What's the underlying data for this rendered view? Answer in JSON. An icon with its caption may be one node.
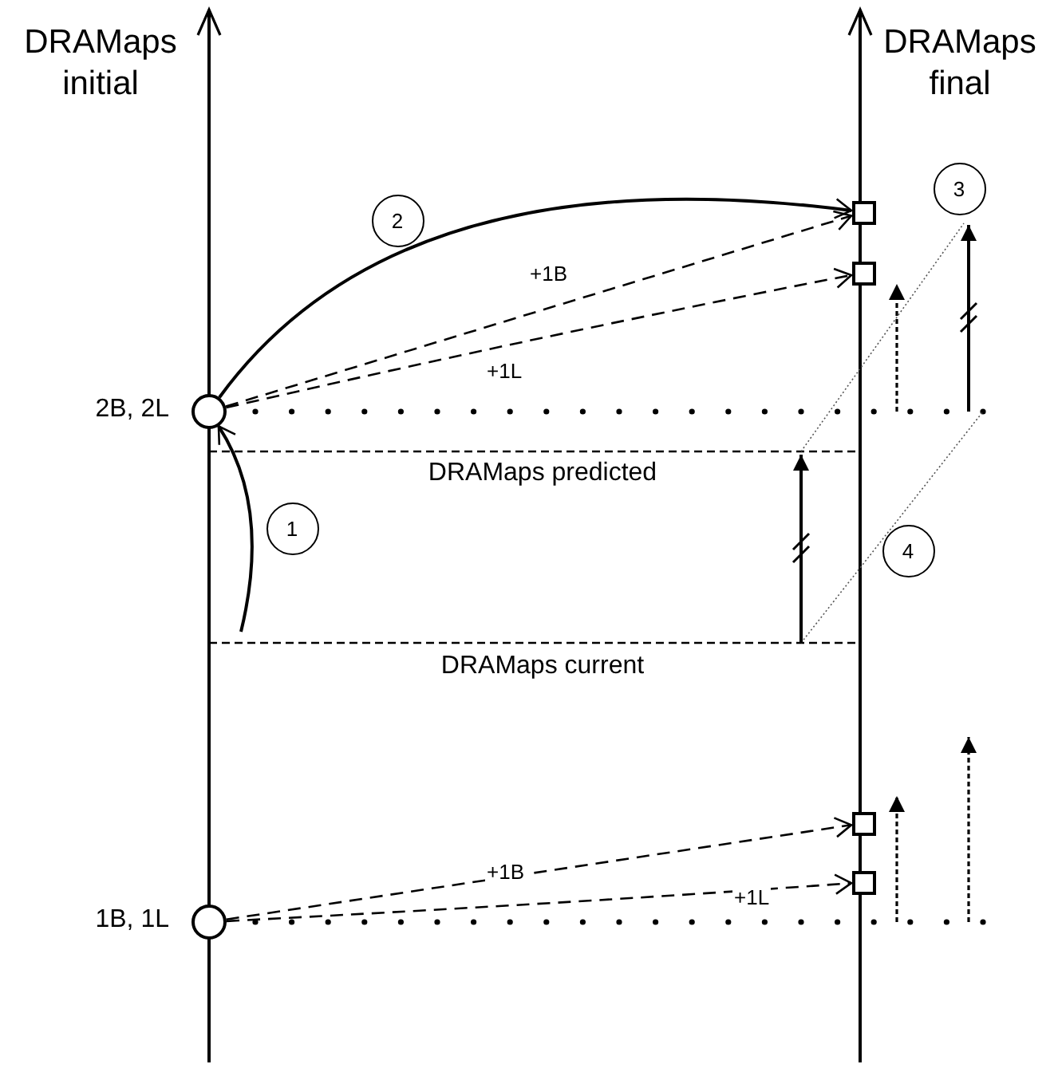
{
  "diagram": {
    "nodes": [
      {
        "text": [],
        "shape": "circle",
        "beside": [
          "2B, 2L"
        ]
      },
      {
        "text": [],
        "shape": "box"
      },
      {
        "text": [],
        "shape": "box"
      },
      {
        "text": [],
        "shape": "circle",
        "beside": [
          "1B, 1L"
        ]
      },
      {
        "text": [],
        "shape": "box"
      },
      {
        "text": [],
        "shape": "box"
      },
      {
        "text": [
          "1"
        ]
      },
      {
        "text": [
          "2"
        ]
      },
      {
        "text": [
          "3"
        ]
      },
      {
        "text": [
          "4"
        ]
      }
    ],
    "edges": [
      {
        "from": 0,
        "to": 1,
        "arrow": "to"
      },
      {
        "from": 0,
        "to": 1,
        "arrow": "to",
        "label": "+1B",
        "style": "dashed"
      },
      {
        "from": 0,
        "to": 2,
        "arrow": "to",
        "label": "+1L",
        "style": "dashed"
      },
      {
        "from": null,
        "to": 0,
        "arrow": "to"
      },
      {
        "from": 3,
        "to": 4,
        "arrow": "to",
        "label": "+1B",
        "style": "dashed"
      },
      {
        "from": 3,
        "to": 5,
        "arrow": "to",
        "label": "+1L",
        "style": "dashed"
      }
    ],
    "labels": [
      "DRAMaps initial",
      "DRAMaps final",
      "DRAMaps predicted",
      "DRAMaps current"
    ]
  }
}
